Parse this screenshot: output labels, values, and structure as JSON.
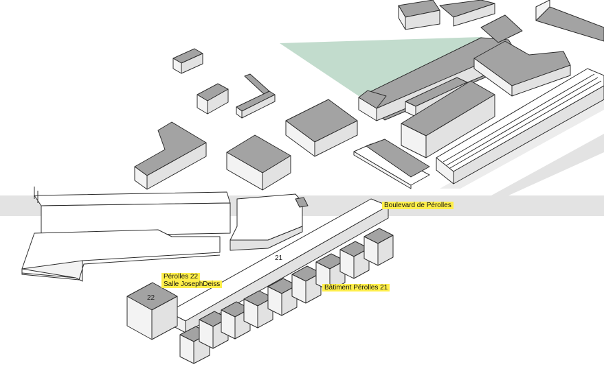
{
  "colors": {
    "road": "#e3e3e3",
    "green_area": "#c2dccd",
    "roof": "#a3a3a3",
    "label_highlight": "#ffef4a"
  },
  "labels": {
    "street": "Boulevard de Pérolles",
    "building_21": "Bâtiment Pérolles 21",
    "building_22_line1": "Pérolles 22",
    "building_22_line2": "Salle JosephDeiss"
  },
  "numbers": {
    "building_21": "21",
    "building_22": "22"
  }
}
